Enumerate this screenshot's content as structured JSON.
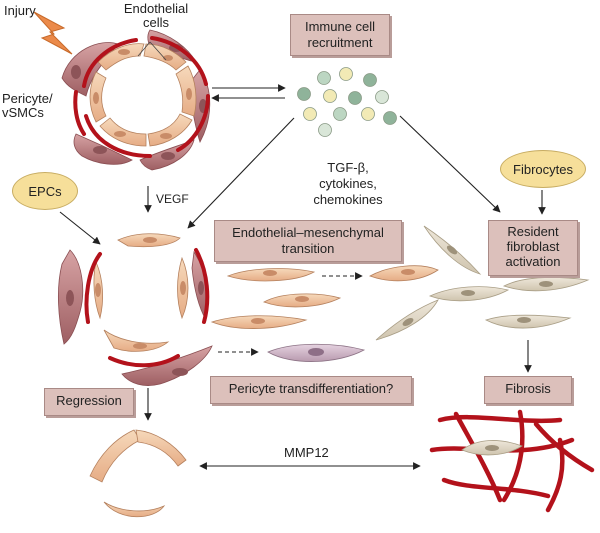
{
  "labels": {
    "injury": "Injury",
    "endothelial_cells": "Endothelial\ncells",
    "pericyte_vsmcs": "Pericyte/\nvSMCs",
    "immune_recruitment": "Immune cell\nrecruitment",
    "tgf_cytokines": "TGF-β,\ncytokines,\nchemokines",
    "fibrocytes": "Fibrocytes",
    "epcs": "EPCs",
    "vegf": "VEGF",
    "endmt": "Endothelial–mesenchymal\ntransition",
    "resident_fibroblast": "Resident\nfibroblast\nactivation",
    "pericyte_trans": "Pericyte transdifferentiation?",
    "fibrosis": "Fibrosis",
    "regression": "Regression",
    "mmp12": "MMP12"
  },
  "colors": {
    "box_fill": "#dcc0bb",
    "oval_fill": "#f6df9a",
    "vessel_red": "#b3121b",
    "endothelial": "#f1c9a4",
    "pericyte": "#c58b8d",
    "fibroblast": "#ddd4c2"
  }
}
